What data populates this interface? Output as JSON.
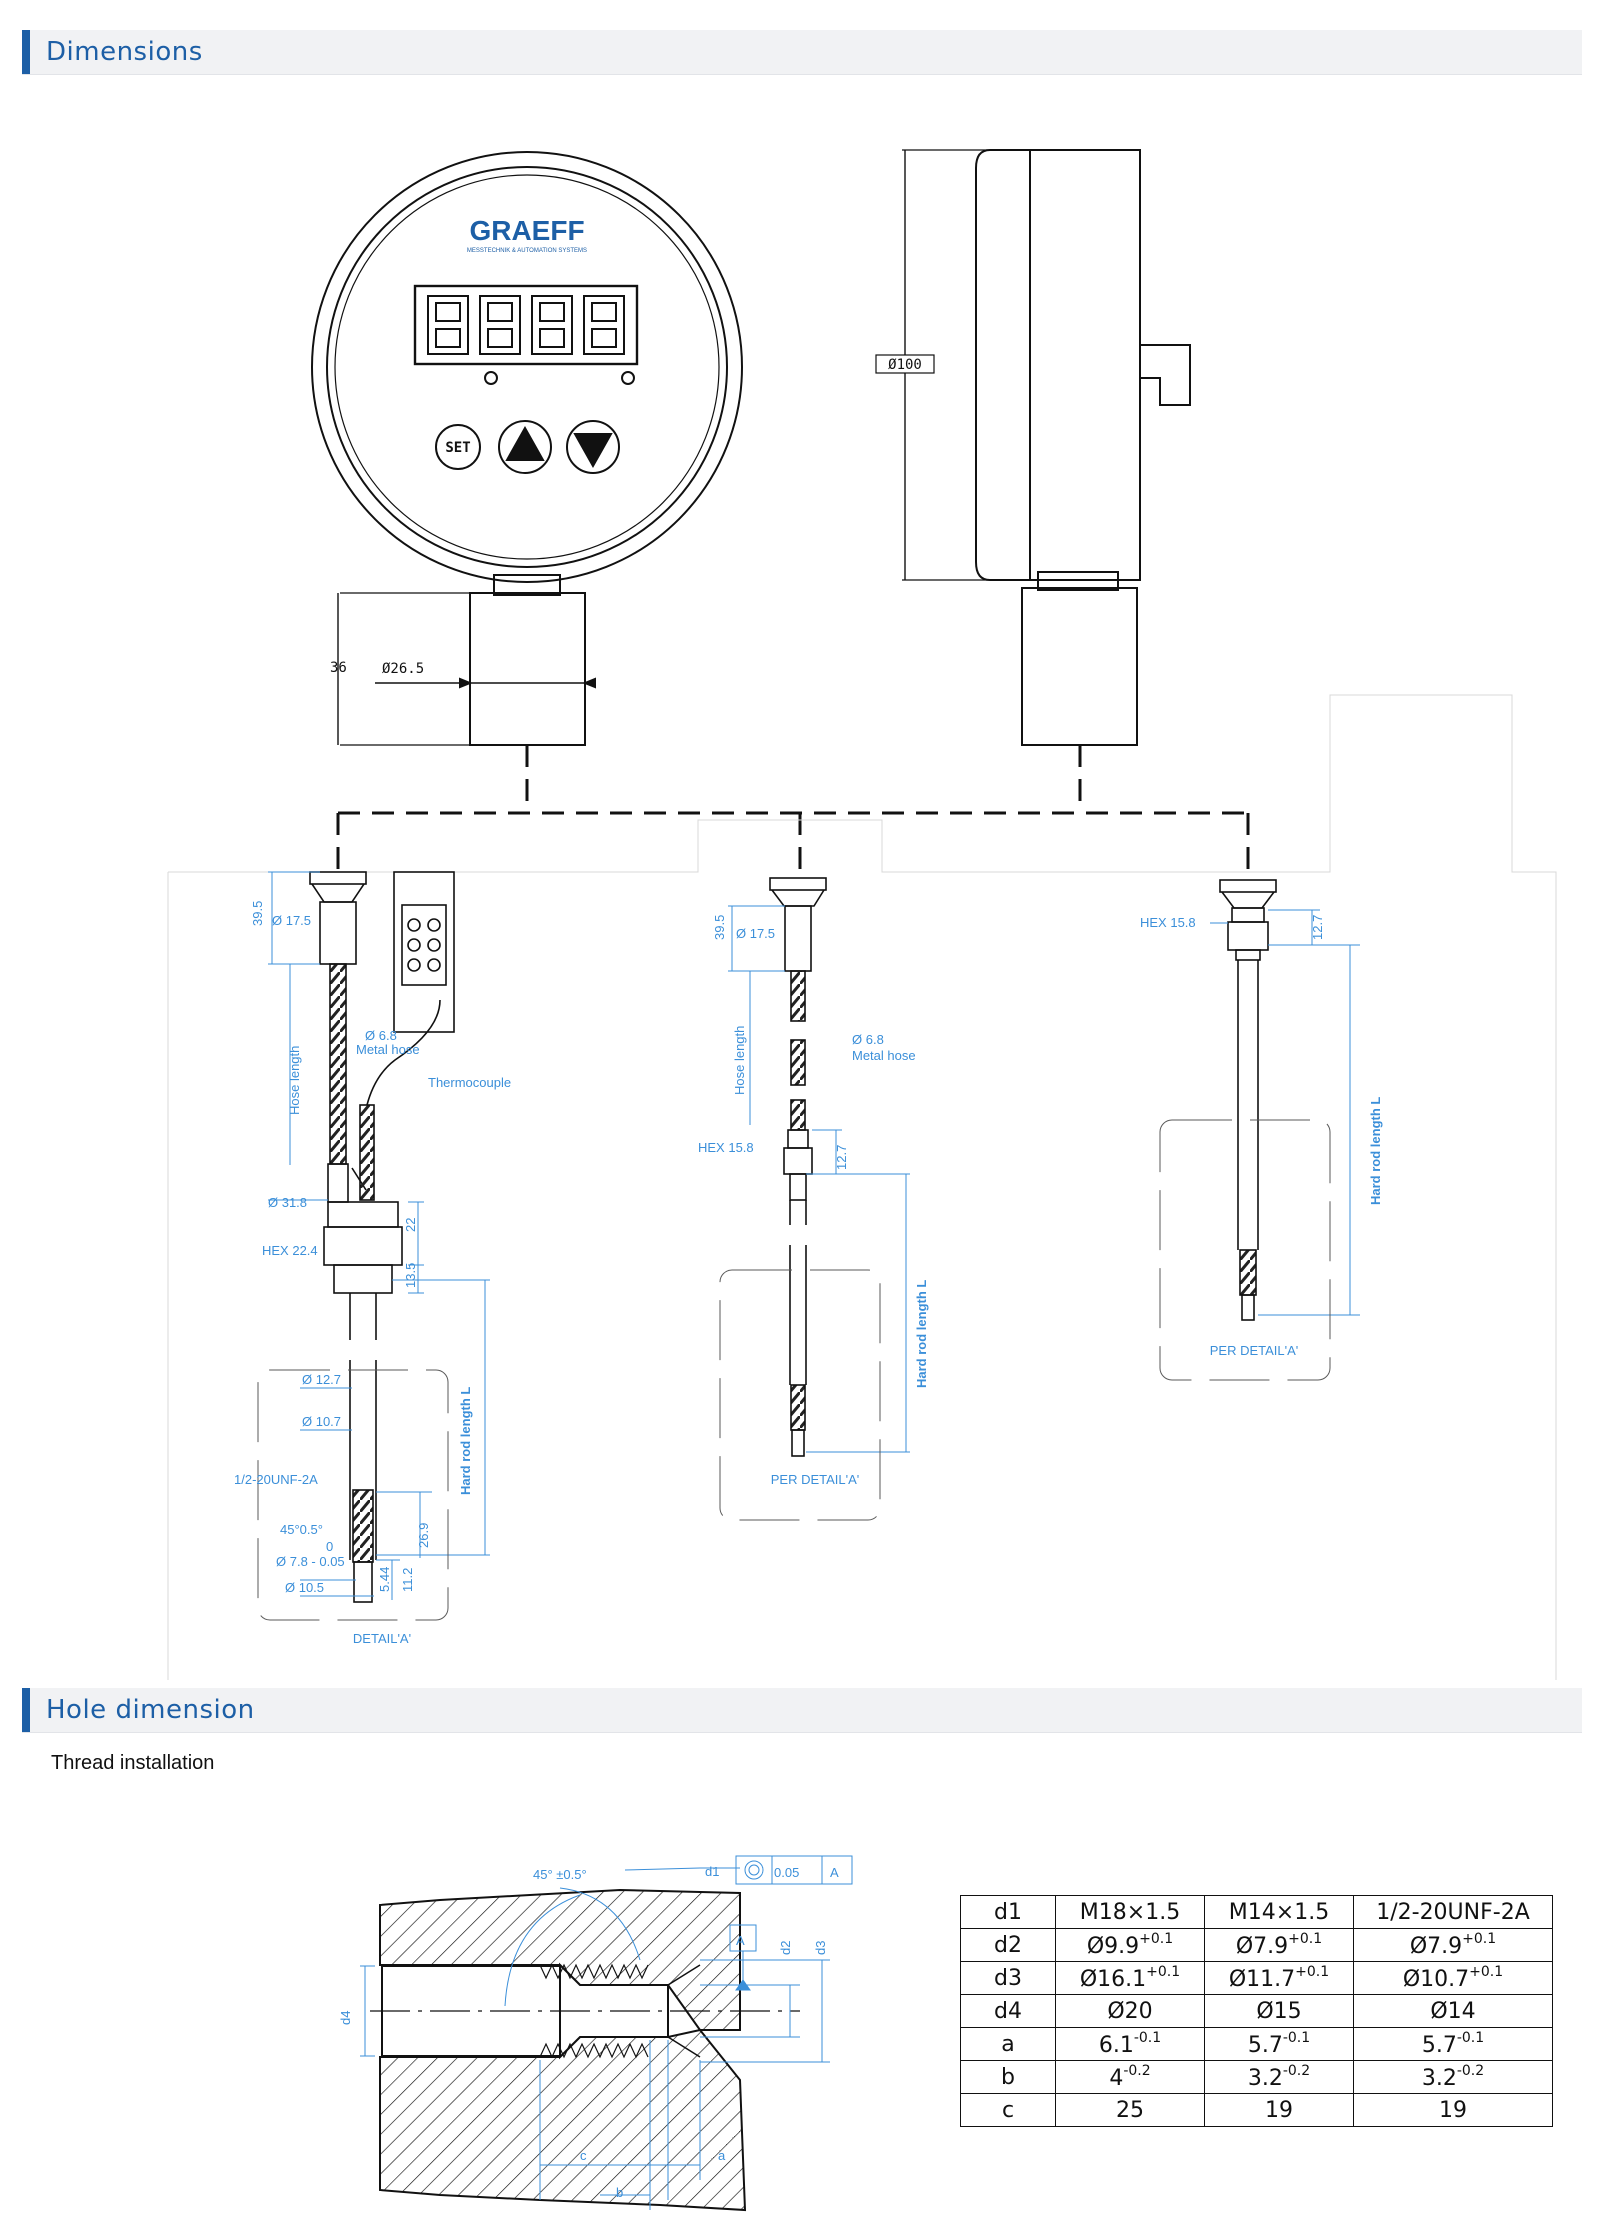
{
  "sections": {
    "dimensions": "Dimensions",
    "hole_dimension": "Hole dimension",
    "thread_installation": "Thread installation"
  },
  "gauge": {
    "brand": "GRAEFF",
    "brand_sub": "MESSTECHNIK & AUTOMATION SYSTEMS",
    "digits": "8888",
    "set_button": "SET",
    "dia_100": "Ø100",
    "dia_26_5": "Ø26.5",
    "height_36": "36"
  },
  "probe1": {
    "hose_length": "Hose length",
    "dim_39_5": "39.5",
    "dia_17_5": "Ø 17.5",
    "dia_6_8": "Ø 6.8",
    "metal_hose": "Metal hose",
    "thermocouple": "Thermocouple",
    "dia_31_8": "Ø 31.8",
    "dim_22": "22",
    "hex_22_4": "HEX 22.4",
    "dim_13_5": "13.5",
    "hard_rod": "Hard rod length L",
    "dia_12_7": "Ø 12.7",
    "dia_10_7": "Ø 10.7",
    "thread": "1/2-20UNF-2A",
    "angle": "45°0.5°",
    "dia_7_8": "Ø 7.8 - 0.05",
    "zero": "0",
    "dia_10_5": "Ø 10.5",
    "dim_5_44": "5.44",
    "dim_11_2": "11.2",
    "dim_26_9": "26.9",
    "detail": "DETAIL'A'"
  },
  "probe2": {
    "hose_length": "Hose length",
    "dim_39_5": "39.5",
    "dia_17_5": "Ø 17.5",
    "dia_6_8": "Ø 6.8",
    "metal_hose": "Metal hose",
    "hex_15_8": "HEX 15.8",
    "dim_12_7": "12.7",
    "hard_rod": "Hard rod length L",
    "detail": "PER DETAIL'A'"
  },
  "probe3": {
    "hex_15_8": "HEX 15.8",
    "dim_12_7": "12.7",
    "hard_rod": "Hard rod length L",
    "detail": "PER DETAIL'A'"
  },
  "hole": {
    "angle": "45° ±0.5°",
    "d1": "d1",
    "tolerance": "0.05",
    "datum": "A",
    "d2": "d2",
    "d3": "d3",
    "d4": "d4",
    "a": "a",
    "b": "b",
    "c": "c"
  },
  "table": {
    "rows": [
      {
        "label": "d1",
        "v1": "M18×1.5",
        "v2": "M14×1.5",
        "v3": "1/2-20UNF-2A"
      },
      {
        "label": "d2",
        "v1": "Ø9.9",
        "s1": "+0.1",
        "v2": "Ø7.9",
        "s2": "+0.1",
        "v3": "Ø7.9",
        "s3": "+0.1"
      },
      {
        "label": "d3",
        "v1": "Ø16.1",
        "s1": "+0.1",
        "v2": "Ø11.7",
        "s2": "+0.1",
        "v3": "Ø10.7",
        "s3": "+0.1"
      },
      {
        "label": "d4",
        "v1": "Ø20",
        "v2": "Ø15",
        "v3": "Ø14"
      },
      {
        "label": "a",
        "v1": "6.1",
        "s1": "-0.1",
        "v2": "5.7",
        "s2": "-0.1",
        "v3": "5.7",
        "s3": "-0.1"
      },
      {
        "label": "b",
        "v1": "4",
        "s1": "-0.2",
        "v2": "3.2",
        "s2": "-0.2",
        "v3": "3.2",
        "s3": "-0.2"
      },
      {
        "label": "c",
        "v1": "25",
        "v2": "19",
        "v3": "19"
      }
    ]
  },
  "colors": {
    "accent": "#1d5fa6",
    "dimension_blue": "#3b8fd9",
    "section_bg": "#f1f2f4"
  }
}
